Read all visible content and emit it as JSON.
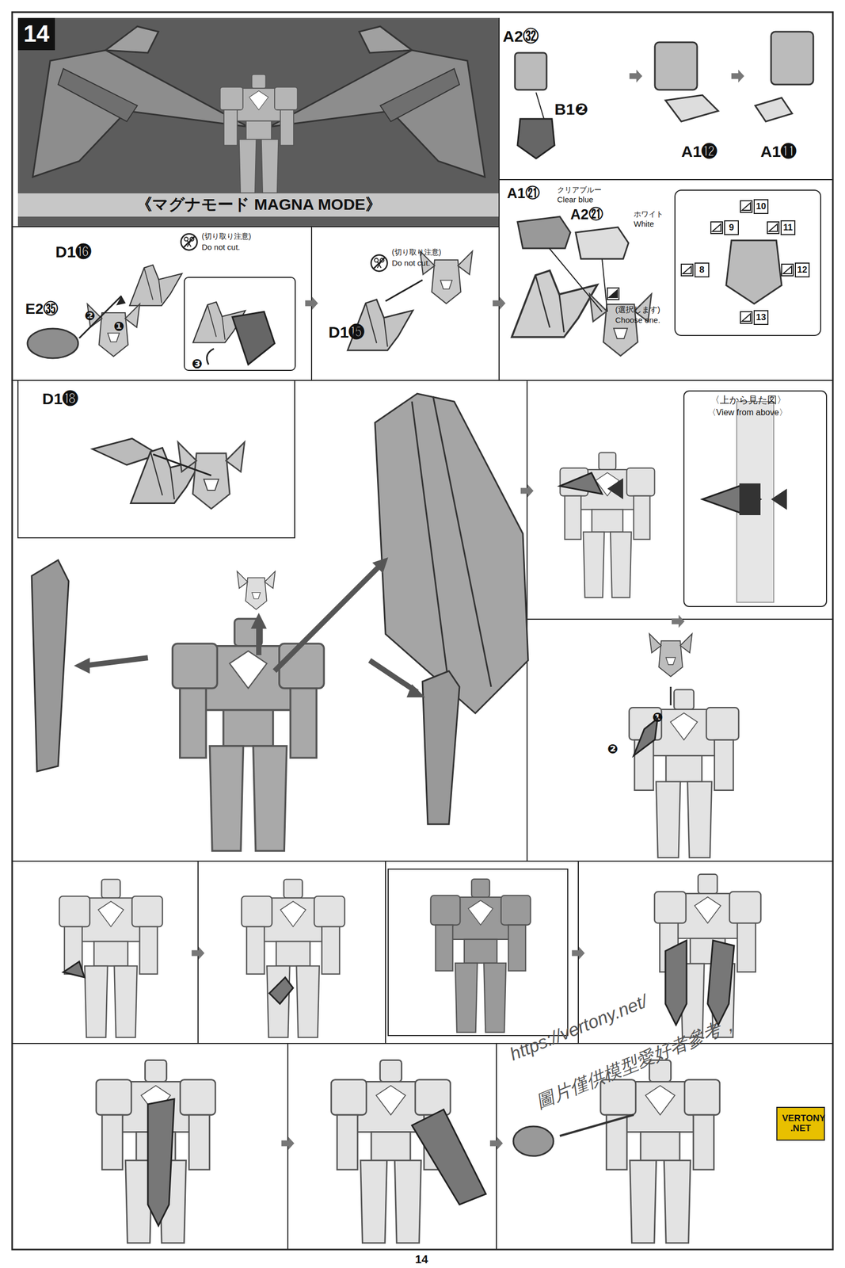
{
  "diagram": {
    "title": "《マグナモード MAGNA MODE》",
    "nodes": [
      {
        "text": [
          "14"
        ]
      },
      {
        "text": [
          "10"
        ]
      },
      {
        "text": [
          "9"
        ]
      },
      {
        "text": [
          "11"
        ]
      },
      {
        "text": [
          "8"
        ]
      },
      {
        "text": [
          "12"
        ]
      },
      {
        "text": [
          "13"
        ]
      },
      {
        "text": [
          "VERTONY .NET"
        ]
      }
    ],
    "edges": [],
    "labels": [
      "A2㉜",
      "B1❷",
      "A1⓬",
      "A1⓫",
      "A1㉑",
      "クリアブルー",
      "Clear blue",
      "A2㉑",
      "ホワイト",
      "White",
      "(選択します)",
      "Choose one.",
      "D1⓰",
      "(切り取り注意)",
      "Do not cut.",
      "E2㉟",
      "❷",
      "❶",
      "❸",
      "(切り取り注意)",
      "Do not cut.",
      "D1⓯",
      "D1⓲",
      "〈上から見た図〉",
      "〈View from above〉",
      "❶",
      "❷",
      "https://vertony.net/",
      "圖片僅供模型愛好者參考，",
      "14"
    ]
  }
}
